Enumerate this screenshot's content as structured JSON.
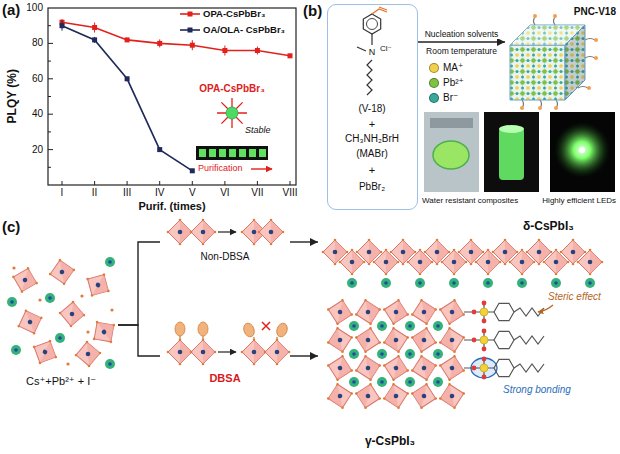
{
  "diagram": {
    "nodes": [
      {
        "text": [
          "(V-18)",
          "+",
          "CH₃NH₂BrH",
          "(MABr)",
          "+",
          "PbBr₂"
        ]
      },
      {
        "text": [
          "PNC-V18"
        ]
      },
      {
        "text": [
          "Cs⁺+Pb²⁺ + I⁻"
        ]
      },
      {
        "text": [
          "Non-DBSA"
        ]
      },
      {
        "text": [
          "DBSA"
        ]
      },
      {
        "text": [
          "δ-CsPbI₃"
        ]
      },
      {
        "text": [
          "γ-CsPbI₃"
        ]
      }
    ],
    "edges": [
      {
        "from": 0,
        "to": 1,
        "arrow": "to",
        "label": "Nucleation solvents"
      },
      {
        "from": 2,
        "to": 3,
        "arrow": "none"
      },
      {
        "from": 3,
        "to": 5,
        "arrow": "to"
      },
      {
        "from": 2,
        "to": 4,
        "arrow": "none"
      },
      {
        "from": 4,
        "to": 6,
        "arrow": "to"
      }
    ],
    "labels": [
      "(a)",
      "PLQY (%)",
      "20",
      "40",
      "60",
      "80",
      "100",
      "I",
      "II",
      "III",
      "IV",
      "V",
      "VI",
      "VII",
      "VIII",
      "Purif. (times)",
      "OPA-CsPbBr₃",
      "Stable",
      "Purification",
      "(b)",
      "N",
      "Cl⁻",
      "Room temperature",
      "Water resistant composites",
      "Highly efficient LEDs",
      "(c)",
      "Steric effect",
      "Strong bonding"
    ],
    "legend": [
      {
        "text": "OPA-CsPbBr₃"
      },
      {
        "text": "OA/OLA- CsPbBr₃"
      },
      {
        "text": "MA⁺",
        "color": "#f2d04a"
      },
      {
        "text": "Pb²⁺",
        "color": "#7fc242"
      },
      {
        "text": "Br⁻",
        "color": "#3aa79a"
      }
    ]
  }
}
